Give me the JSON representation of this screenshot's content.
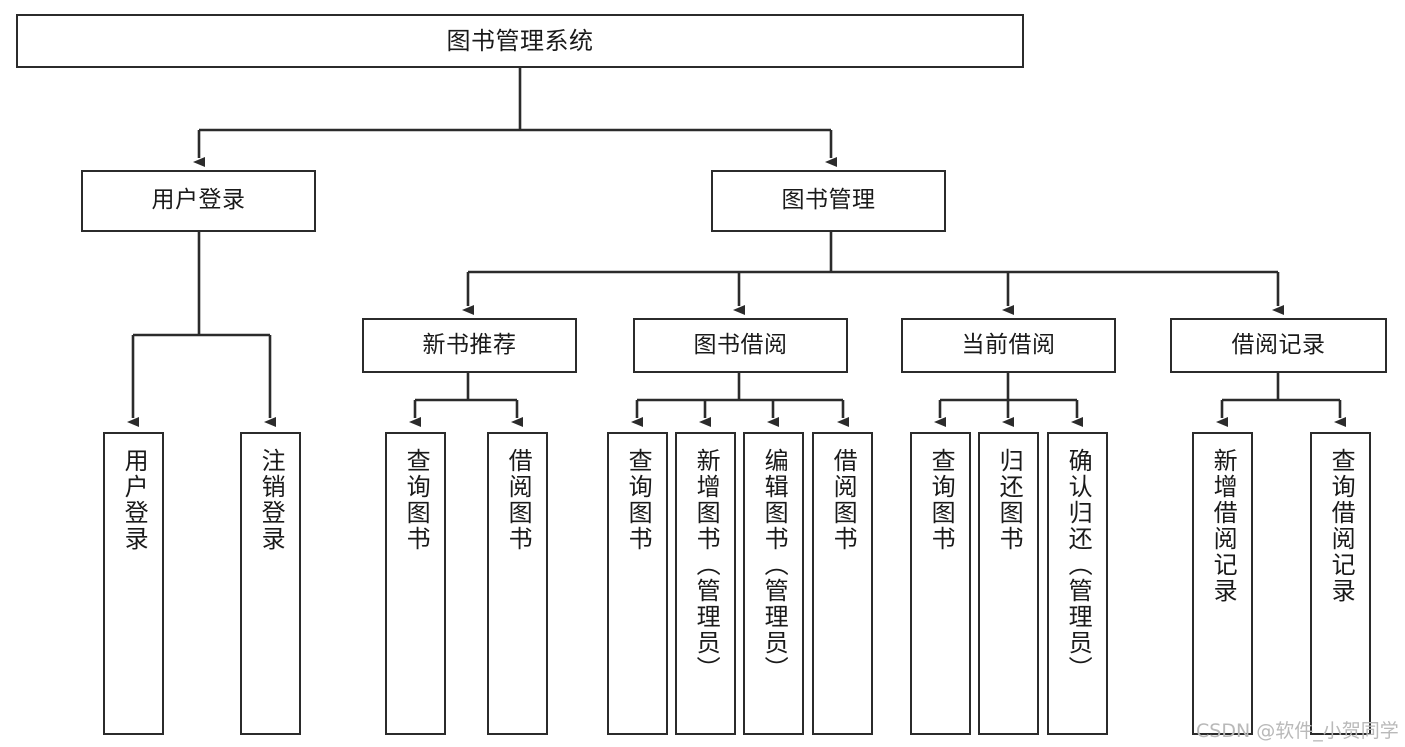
{
  "diagram": {
    "type": "tree-hierarchy-chart",
    "title": "图书管理系统",
    "colors": {
      "box_border": "#2b2b2b",
      "box_fill": "#ffffff",
      "edge": "#2b2b2b",
      "text": "#1a1a1a",
      "watermark": "#b9b9b9"
    },
    "nodes": {
      "root": {
        "label": "图书管理系统"
      },
      "level2": [
        {
          "label": "用户登录"
        },
        {
          "label": "图书管理"
        }
      ],
      "level3": [
        {
          "label": "新书推荐"
        },
        {
          "label": "图书借阅"
        },
        {
          "label": "当前借阅"
        },
        {
          "label": "借阅记录"
        }
      ],
      "leaves": {
        "user_login": [
          {
            "label": "用户登录"
          },
          {
            "label": "注销登录"
          }
        ],
        "new_book_recommend": [
          {
            "label": "查询图书"
          },
          {
            "label": "借阅图书"
          }
        ],
        "book_borrow": [
          {
            "label": "查询图书"
          },
          {
            "label": "新增图书（管理员）"
          },
          {
            "label": "编辑图书（管理员）"
          },
          {
            "label": "借阅图书"
          }
        ],
        "current_borrow": [
          {
            "label": "查询图书"
          },
          {
            "label": "归还图书"
          },
          {
            "label": "确认归还（管理员）"
          }
        ],
        "borrow_record": [
          {
            "label": "新增借阅记录"
          },
          {
            "label": "查询借阅记录"
          }
        ]
      }
    },
    "watermark": {
      "text": "CSDN @软件_小贺同学"
    }
  }
}
